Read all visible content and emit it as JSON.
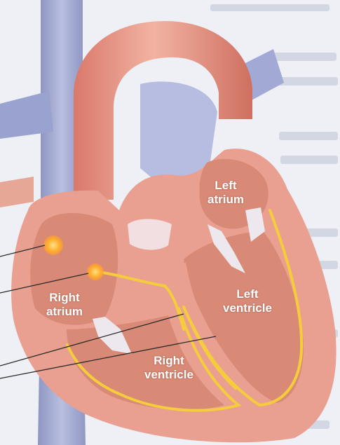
{
  "labels": {
    "left_atrium": [
      "Left",
      "atrium"
    ],
    "right_atrium": [
      "Right",
      "atrium"
    ],
    "left_ventricle": [
      "Left",
      "ventricle"
    ],
    "right_ventricle": [
      "Right",
      "ventricle"
    ]
  },
  "colors": {
    "page_background": "#eef0f6",
    "background_text": "#c9cedd",
    "vein": "#a7aed2",
    "heart_wall": "#e9a090",
    "heart_inner": "#c9705f",
    "septum_band": "#cf7b67",
    "chamber_fill": "#d98a76",
    "valve": "#ece8ee",
    "conduction_path": "#f4cc3c",
    "node": "#ffab2e",
    "pointer_line": "#2a2a2a",
    "label_text": "#ffffff"
  },
  "structures": [
    "aorta",
    "superior-vena-cava",
    "inferior-vena-cava",
    "pulmonary-artery",
    "sinoatrial-node",
    "atrioventricular-node",
    "bundle-of-his",
    "purkinje-fibers",
    "tricuspid-valve",
    "mitral-valve"
  ]
}
